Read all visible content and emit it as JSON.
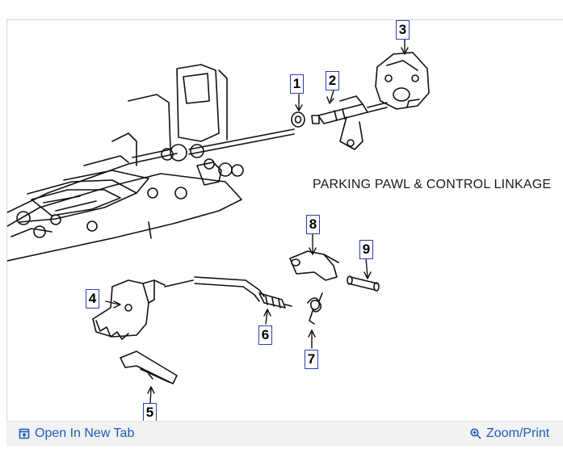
{
  "diagram": {
    "caption": "PARKING PAWL & CONTROL LINKAGE",
    "callouts": [
      "1",
      "2",
      "3",
      "4",
      "5",
      "6",
      "7",
      "8",
      "9"
    ]
  },
  "footer": {
    "open_label": "Open In New Tab",
    "zoom_label": "Zoom/Print",
    "open_icon": "open-new-tab-icon",
    "zoom_icon": "zoom-icon",
    "link_color": "#1e5bb4"
  }
}
